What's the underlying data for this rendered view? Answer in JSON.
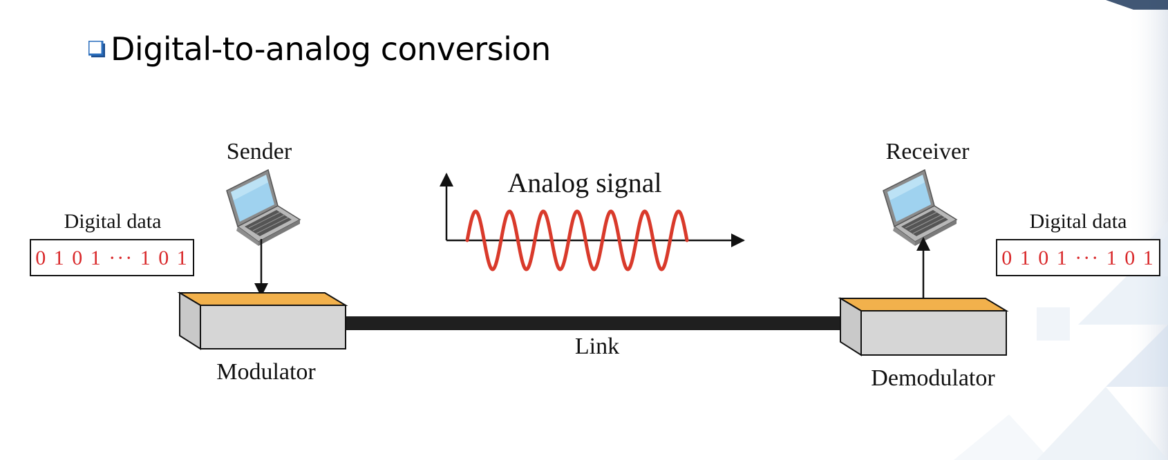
{
  "slide": {
    "title": "Digital-to-analog conversion",
    "bullet_icon": "square-bullet-icon"
  },
  "diagram": {
    "sender_label": "Sender",
    "receiver_label": "Receiver",
    "analog_signal_label": "Analog signal",
    "link_label": "Link",
    "modulator_label": "Modulator",
    "demodulator_label": "Demodulator",
    "left_data_label": "Digital data",
    "right_data_label": "Digital data",
    "left_bits": "0 1 0 1 ··· 1 0 1",
    "right_bits": "0 1 0 1 ··· 1 0 1",
    "icons": {
      "sender": "laptop-icon",
      "receiver": "laptop-icon"
    }
  },
  "colors": {
    "bits": "#d9292b",
    "wave": "#d93a2b",
    "device_top": "#f2b14c",
    "device_front": "#d6d6d6",
    "link": "#1f1f1f",
    "bullet": "#2a6ebd"
  }
}
